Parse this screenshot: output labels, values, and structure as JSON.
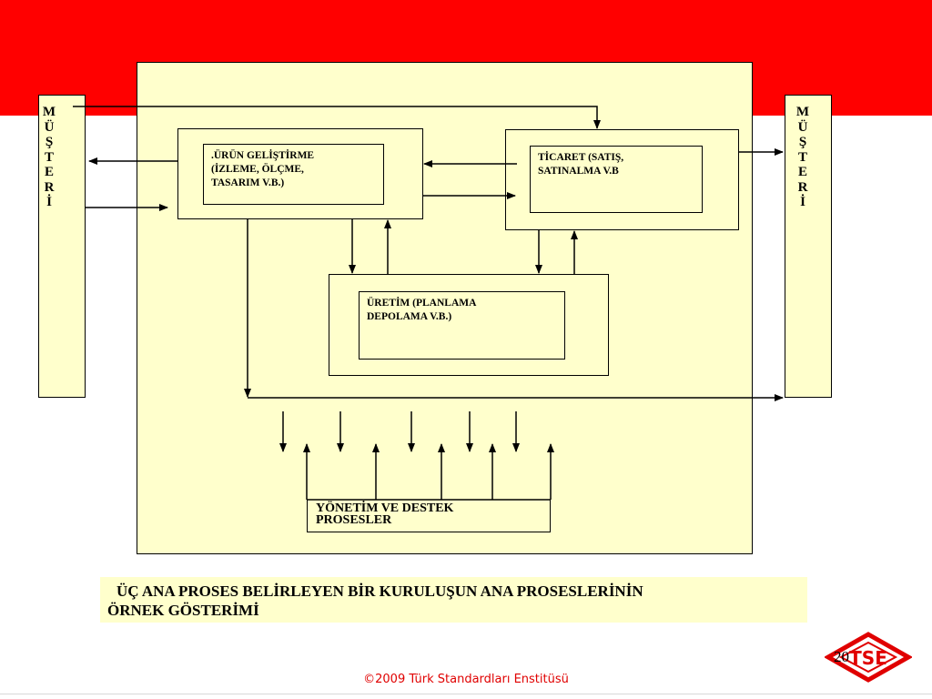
{
  "customer_left": {
    "chars": [
      "M",
      "Ü",
      "Ş",
      "T",
      "E",
      "R",
      "İ"
    ]
  },
  "customer_right": {
    "chars": [
      "M",
      "Ü",
      "Ş",
      "T",
      "E",
      "R",
      "İ"
    ]
  },
  "boxes": {
    "product_development": {
      "lines": [
        ".ÜRÜN GELİŞTİRME",
        "(İZLEME, ÖLÇME,",
        "TASARIM V.B.)"
      ]
    },
    "commerce": {
      "lines": [
        "TİCARET (SATIŞ,",
        "SATINALMA V.B"
      ]
    },
    "production": {
      "lines": [
        "ÜRETİM (PLANLAMA",
        "DEPOLAMA V.B.)"
      ]
    },
    "management": {
      "lines": [
        "YÖNETİM VE DESTEK",
        "PROSESLER"
      ]
    }
  },
  "caption": {
    "line1": "ÜÇ ANA PROSES BELİRLEYEN BİR KURULUŞUN ANA PROSESLERİNİN",
    "line2": "ÖRNEK GÖSTERİMİ"
  },
  "page_number": "20",
  "copyright": "©2009 Türk Standardları Enstitüsü",
  "logo": {
    "text": "TSE",
    "color": "#e00000"
  },
  "colors": {
    "brand_red": "#ff0000",
    "panel_fill": "#ffffcc",
    "copyright_red": "#e00000"
  }
}
